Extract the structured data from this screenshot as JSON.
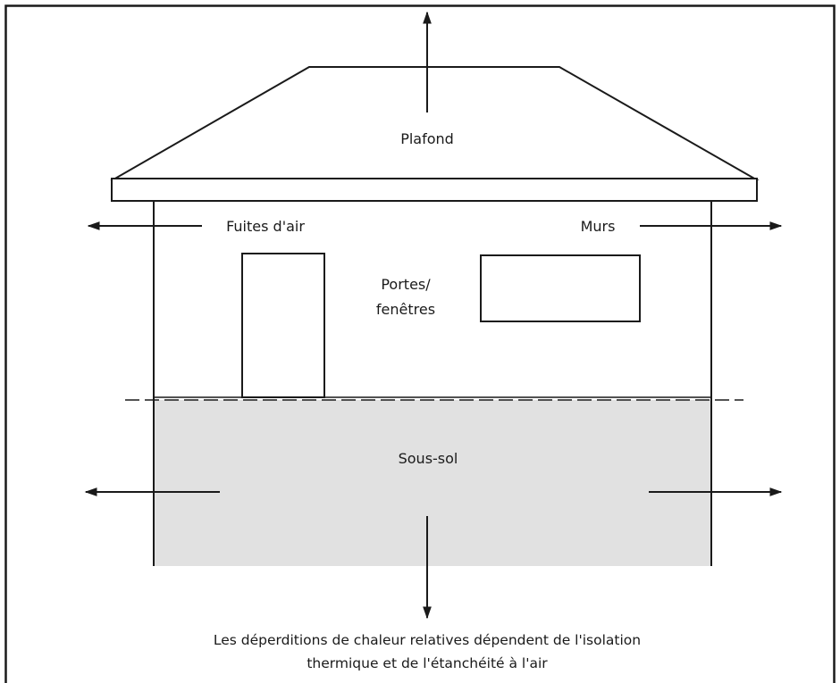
{
  "labels": {
    "ceiling": "Plafond",
    "air_leaks": "Fuites d'air",
    "walls": "Murs",
    "doors_windows_line1": "Portes/",
    "doors_windows_line2": "fenêtres",
    "basement": "Sous-sol"
  },
  "caption": {
    "line1": "Les déperditions de chaleur relatives dépendent de l'isolation",
    "line2": "thermique et de l'étanchéité à l'air"
  },
  "colors": {
    "line": "#1a1a1a",
    "basement_fill": "#e1e1e1",
    "background": "#ffffff"
  }
}
